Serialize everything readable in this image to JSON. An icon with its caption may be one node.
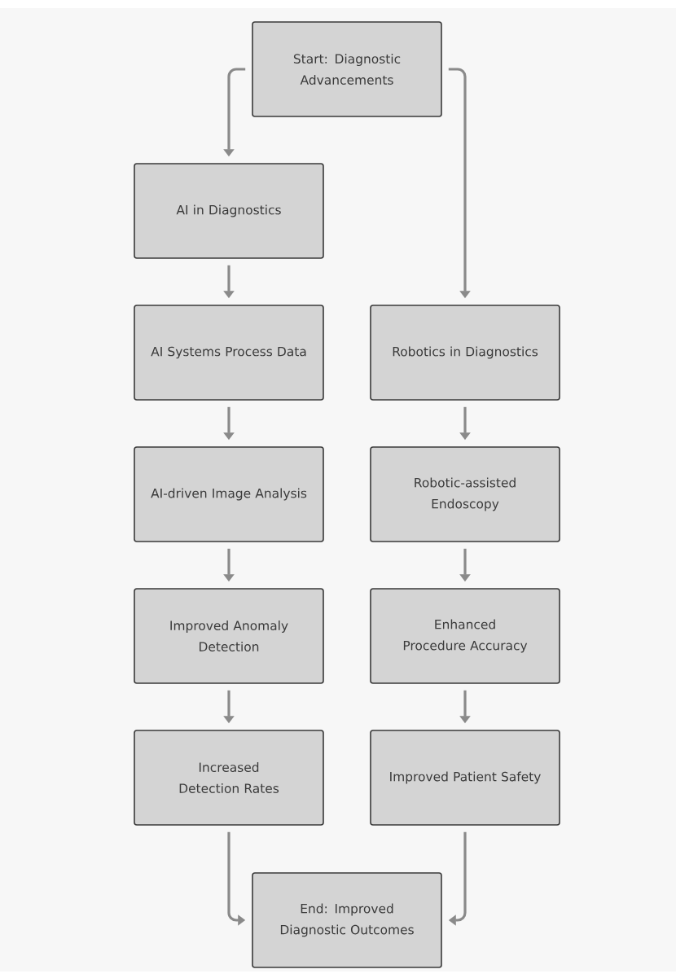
{
  "diagram": {
    "nodes": [
      {
        "text": [
          "Start: Diagnostic Advancements"
        ]
      },
      {
        "text": [
          "AI in Diagnostics"
        ]
      },
      {
        "text": [
          "AI Systems Process Data"
        ]
      },
      {
        "text": [
          "AI-driven Image Analysis"
        ]
      },
      {
        "text": [
          "Improved Anomaly Detection"
        ]
      },
      {
        "text": [
          "Increased Detection Rates"
        ]
      },
      {
        "text": [
          "Robotics in Diagnostics"
        ]
      },
      {
        "text": [
          "Robotic-assisted Endoscopy"
        ]
      },
      {
        "text": [
          "Enhanced Procedure Accuracy"
        ]
      },
      {
        "text": [
          "Improved Patient Safety"
        ]
      },
      {
        "text": [
          "End: Improved Diagnostic Outcomes"
        ]
      }
    ],
    "edges": [
      {
        "from": 0,
        "to": 1,
        "arrow": "to"
      },
      {
        "from": 1,
        "to": 2,
        "arrow": "to"
      },
      {
        "from": 2,
        "to": 3,
        "arrow": "to"
      },
      {
        "from": 3,
        "to": 4,
        "arrow": "to"
      },
      {
        "from": 4,
        "to": 5,
        "arrow": "to"
      },
      {
        "from": 0,
        "to": 6,
        "arrow": "to"
      },
      {
        "from": 6,
        "to": 7,
        "arrow": "to"
      },
      {
        "from": 7,
        "to": 8,
        "arrow": "to"
      },
      {
        "from": 8,
        "to": 9,
        "arrow": "to"
      },
      {
        "from": 5,
        "to": 10,
        "arrow": "to"
      },
      {
        "from": 9,
        "to": 10,
        "arrow": "to"
      }
    ]
  }
}
